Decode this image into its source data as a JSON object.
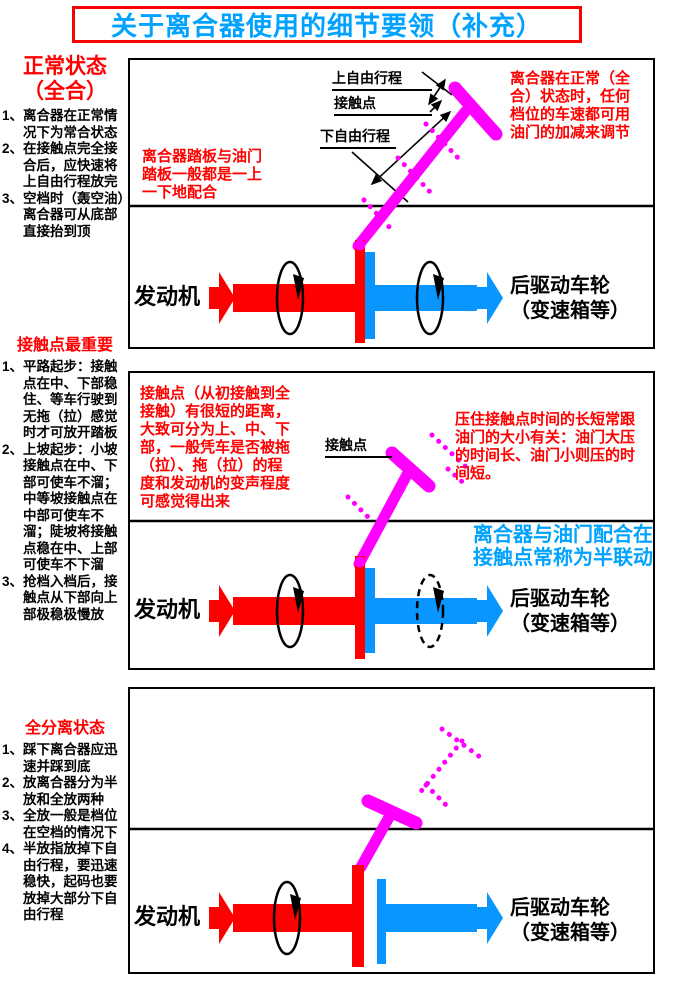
{
  "title": "关于离合器使用的细节要领（补充）",
  "colors": {
    "blue": "#00A2FF",
    "red": "#FF0000",
    "magenta": "#FF00FF",
    "shaft_blue": "#0A96FF"
  },
  "sidebar": {
    "sections": [
      {
        "heading": "正常状态\n（全合）",
        "items": [
          {
            "num": "1、",
            "text": "离合器在正常情况下为常合状态"
          },
          {
            "num": "2、",
            "text": "在接触点完全接合后，应快速将上自由行程放完"
          },
          {
            "num": "3、",
            "text": "空档时（轰空油）离合器可从底部直接抬到顶"
          }
        ]
      },
      {
        "heading": "接触点最重要",
        "items": [
          {
            "num": "1、",
            "text": "平路起步：接触点在中、下部稳住、等车行驶到无拖（拉）感觉时才可放开踏板"
          },
          {
            "num": "2、",
            "text": "上坡起步：小坡接触点在中、下部可使车不溜；中等坡接触点在中部可使车不溜；陡坡将接触点稳在中、上部可使车不下溜"
          },
          {
            "num": "3、",
            "text": "抢档入档后，接触点从下部向上部极稳极慢放"
          }
        ]
      },
      {
        "heading": "全分离状态",
        "items": [
          {
            "num": "1、",
            "text": "踩下离合器应迅速并踩到底"
          },
          {
            "num": "2、",
            "text": "放离合器分为半放和全放两种"
          },
          {
            "num": "3、",
            "text": "全放一般是档位在空档的情况下"
          },
          {
            "num": "4、",
            "text": "半放指放掉下自由行程，要迅速稳快，起码也要放掉大部分下自由行程"
          }
        ]
      }
    ]
  },
  "panel1": {
    "labels": {
      "upper_free_travel": "上自由行程",
      "contact_point": "接触点",
      "lower_free_travel": "下自由行程"
    },
    "note_pedal": "离合器踏板与油门\n踏板一般都是一上\n一下地配合",
    "note_right": "离合器在正常（全\n合）状态时，任何\n档位的车速都可用\n油门的加减来调节",
    "engine_label": "发动机",
    "wheel_label": "后驱动车轮\n（变速箱等）"
  },
  "panel2": {
    "note_left": "接触点（从初接触到全\n接触）有很短的距离，\n大致可分为上、中、下\n部，一般凭车是否被拖\n（拉）、拖（拉）的程\n度和发动机的变声程度\n可感觉得出来",
    "contact_label": "接触点",
    "note_right": "压住接触点时间的长短常跟\n油门的大小有关：油门大压\n的时间长、油门小则压的时\n间短。",
    "note_blue": "离合器与油门配合在\n接触点常称为半联动",
    "engine_label": "发动机",
    "wheel_label": "后驱动车轮\n（变速箱等）"
  },
  "panel3": {
    "engine_label": "发动机",
    "wheel_label": "后驱动车轮\n（变速箱等）"
  }
}
